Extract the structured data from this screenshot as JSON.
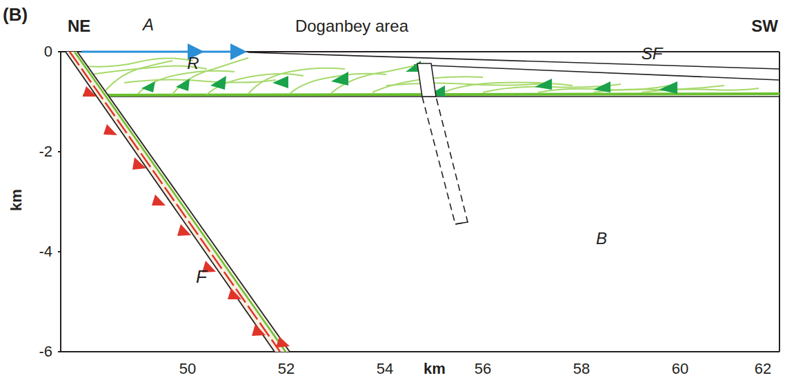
{
  "diagram": {
    "labels": [
      "(B)",
      "NE",
      "Doganbey area",
      "SW",
      "A",
      "R",
      "SF",
      "F",
      "B",
      "0",
      "-2",
      "-4",
      "-6",
      "km",
      "50",
      "52",
      "54",
      "56",
      "58",
      "60",
      "62",
      "km"
    ]
  }
}
